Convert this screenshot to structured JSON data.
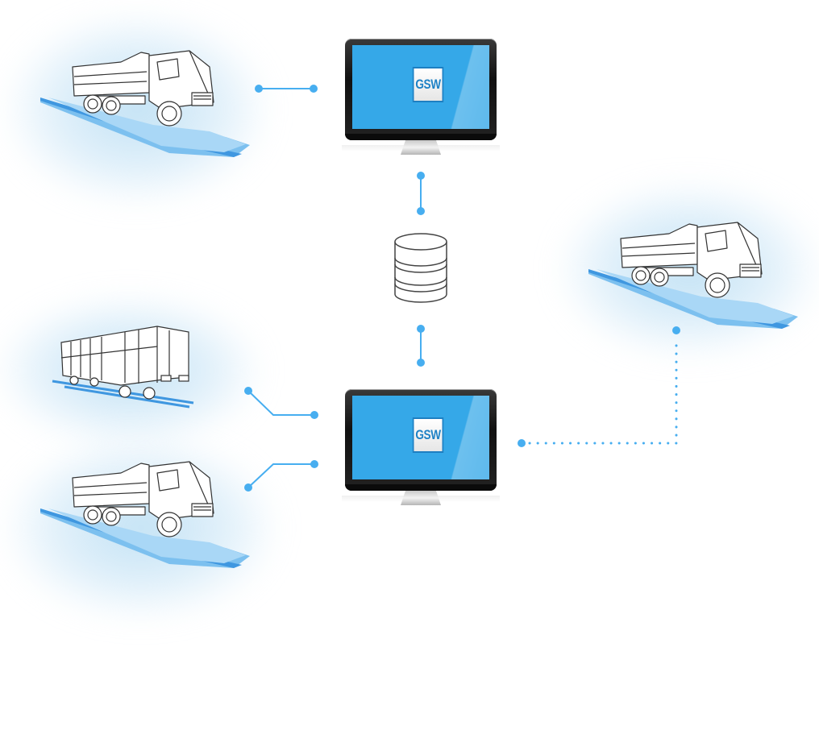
{
  "diagram": {
    "title": "",
    "accent_color": "#47aef0",
    "nodes": [
      {
        "id": "truck-scale-top-left",
        "type": "truck-on-scale",
        "label": ""
      },
      {
        "id": "wagon-scale",
        "type": "railway-wagon-on-rails",
        "label": ""
      },
      {
        "id": "truck-scale-bottom-left",
        "type": "truck-on-scale",
        "label": ""
      },
      {
        "id": "truck-scale-right",
        "type": "truck-on-scale",
        "label": ""
      },
      {
        "id": "monitor-top",
        "type": "workstation",
        "screen_logo": "GSW"
      },
      {
        "id": "database",
        "type": "database-icon",
        "label": ""
      },
      {
        "id": "monitor-bottom",
        "type": "workstation",
        "screen_logo": "GSW"
      }
    ],
    "connections": [
      {
        "from": "truck-scale-top-left",
        "to": "monitor-top",
        "style": "solid"
      },
      {
        "from": "monitor-top",
        "to": "database",
        "style": "solid"
      },
      {
        "from": "database",
        "to": "monitor-bottom",
        "style": "solid"
      },
      {
        "from": "wagon-scale",
        "to": "monitor-bottom",
        "style": "solid"
      },
      {
        "from": "truck-scale-bottom-left",
        "to": "monitor-bottom",
        "style": "solid"
      },
      {
        "from": "truck-scale-right",
        "to": "monitor-bottom",
        "style": "dotted"
      }
    ]
  },
  "monitor_top": {
    "logo": "GSW"
  },
  "monitor_bottom": {
    "logo": "GSW"
  }
}
